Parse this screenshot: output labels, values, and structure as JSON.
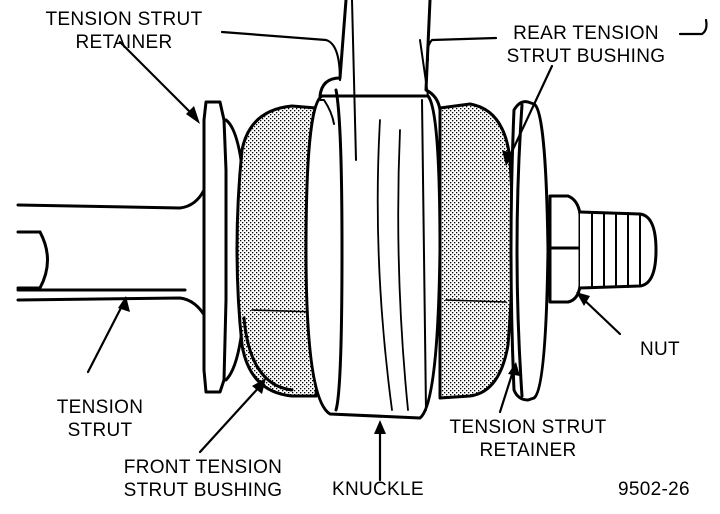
{
  "labels": {
    "tension_strut_retainer_top": [
      "TENSION STRUT",
      "RETAINER"
    ],
    "rear_tension_strut_bushing": [
      "REAR TENSION",
      "STRUT BUSHING"
    ],
    "nut": "NUT",
    "tension_strut": [
      "TENSION",
      "STRUT"
    ],
    "front_tension_strut_bushing": [
      "FRONT TENSION",
      "STRUT BUSHING"
    ],
    "knuckle": "KNUCKLE",
    "tension_strut_retainer_bottom": [
      "TENSION STRUT",
      "RETAINER"
    ]
  },
  "figure_id": "9502-26",
  "colors": {
    "ink": "#000000",
    "paper": "#ffffff",
    "stipple": "#8c8c8c"
  }
}
